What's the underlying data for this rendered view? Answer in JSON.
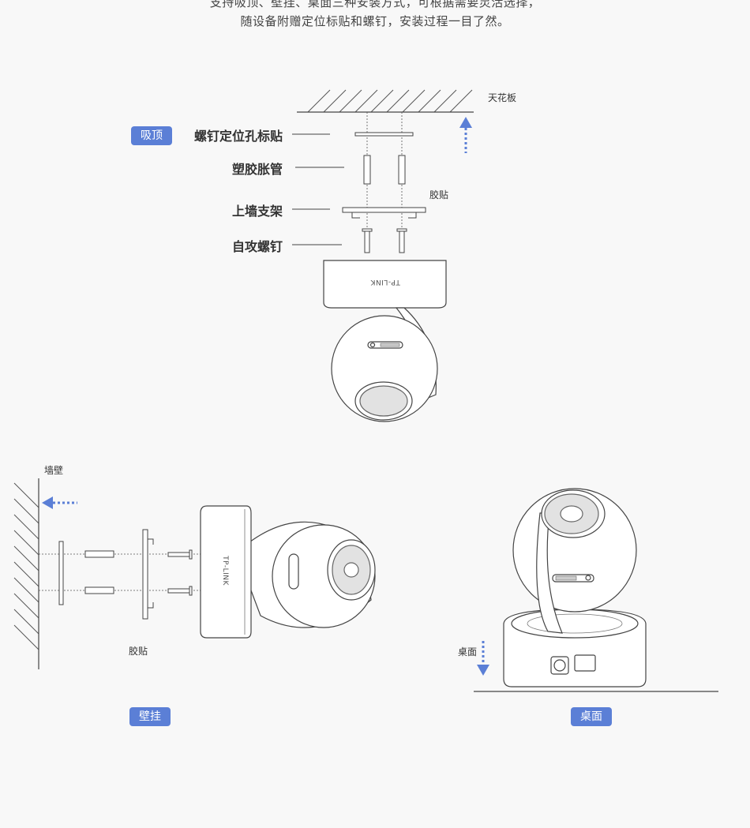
{
  "intro": {
    "line1": "支持吸顶、壁挂、桌面三种安装方式，可根据需要灵活选择，",
    "line2": "随设备附赠定位标贴和螺钉，安装过程一目了然。"
  },
  "ceiling": {
    "badge": "吸顶",
    "surface_label": "天花板",
    "tape_label": "胶贴",
    "parts": [
      "螺钉定位孔标贴",
      "塑胶胀管",
      "上墙支架",
      "自攻螺钉"
    ],
    "brand_text": "TP-LINK"
  },
  "wall": {
    "badge": "壁挂",
    "surface_label": "墙壁",
    "tape_label": "胶贴",
    "brand_text": "TP-LINK"
  },
  "desk": {
    "badge": "桌面",
    "surface_label": "桌面"
  },
  "colors": {
    "accent": "#5b7fd6",
    "line": "#444444"
  }
}
